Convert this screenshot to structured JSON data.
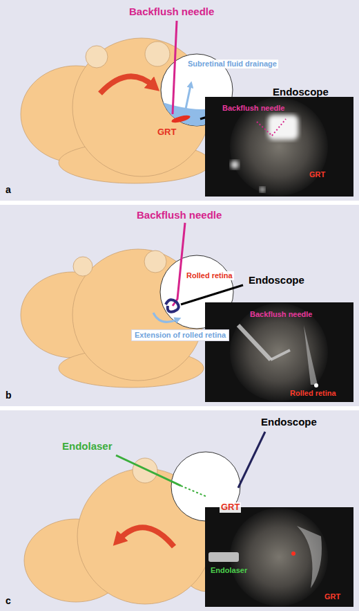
{
  "diagram": {
    "nodes": [
      {
        "text": [
          "Extension of rolled retina"
        ]
      }
    ],
    "labels": [
      "Backflush needle",
      "Subretinal fluid drainage",
      "Endoscope",
      "GRT",
      "Backflush needle",
      "GRT",
      "a",
      "Backflush needle",
      "Rolled retina",
      "Endoscope",
      "Backflush needle",
      "Rolled retina",
      "b",
      "Endolaser",
      "Endoscope",
      "GRT",
      "Endolaser",
      "GRT",
      "c"
    ]
  }
}
